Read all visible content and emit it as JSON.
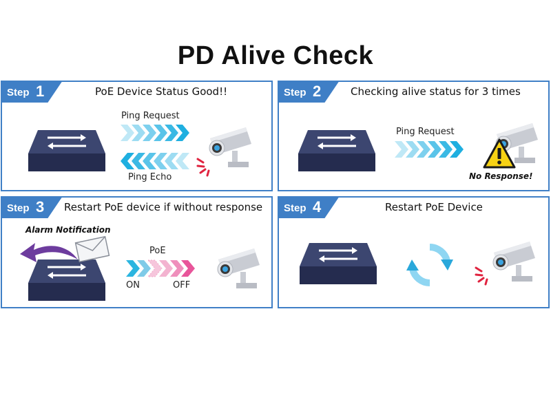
{
  "title": "PD Alive Check",
  "step_word": "Step",
  "colors": {
    "panel_border": "#3f7fc6",
    "switch_top": "#3c4670",
    "switch_front": "#252c4f",
    "arrow_blue": "#2bb5e0",
    "arrow_pink": "#e8559a",
    "alarm_purple": "#6d3c9e",
    "warning_yellow": "#f7d214",
    "signal_red": "#e0233f"
  },
  "steps": [
    {
      "number": "1",
      "heading": "PoE Device Status Good!!",
      "ping_request": "Ping Request",
      "ping_echo": "Ping Echo",
      "icons": [
        "network-switch-icon",
        "ping-request-arrows-icon",
        "ping-echo-arrows-icon",
        "security-camera-icon",
        "signal-waves-icon"
      ]
    },
    {
      "number": "2",
      "heading": "Checking alive status for 3 times",
      "ping_request": "Ping Request",
      "no_response": "No Response!",
      "icons": [
        "network-switch-icon",
        "ping-request-arrows-icon",
        "security-camera-icon",
        "warning-triangle-icon"
      ]
    },
    {
      "number": "3",
      "heading": "Restart PoE device if without response",
      "alarm_notification": "Alarm Notification",
      "poe": "PoE",
      "on": "ON",
      "off": "OFF",
      "icons": [
        "network-switch-icon",
        "email-envelope-icon",
        "curved-arrow-icon",
        "power-arrows-icon",
        "security-camera-icon"
      ]
    },
    {
      "number": "4",
      "heading": "Restart PoE Device",
      "icons": [
        "network-switch-icon",
        "refresh-cycle-icon",
        "security-camera-icon",
        "signal-waves-icon"
      ]
    }
  ]
}
